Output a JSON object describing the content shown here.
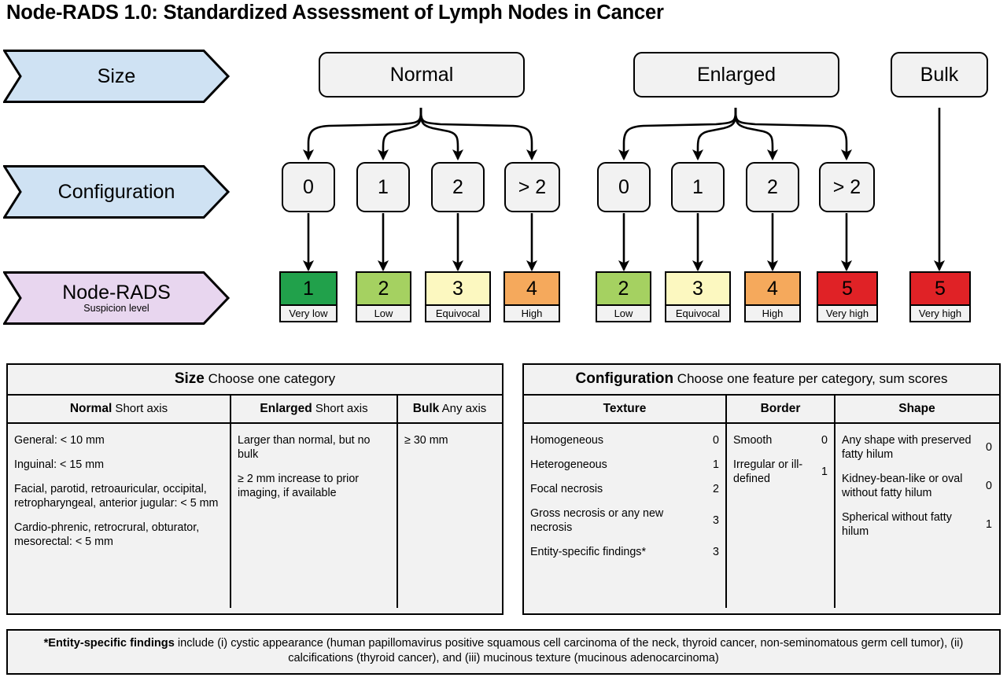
{
  "title": "Node-RADS 1.0: Standardized Assessment of Lymph Nodes in Cancer",
  "flow": {
    "row_labels": [
      {
        "label": "Size",
        "sub": "",
        "color": "#cfe2f3"
      },
      {
        "label": "Configuration",
        "sub": "",
        "color": "#cfe2f3"
      },
      {
        "label": "Node-RADS",
        "sub": "Suspicion level",
        "color": "#e8d6ef"
      }
    ],
    "size_boxes": [
      {
        "label": "Normal"
      },
      {
        "label": "Enlarged"
      },
      {
        "label": "Bulk"
      }
    ],
    "config_boxes_normal": [
      "0",
      "1",
      "2",
      "> 2"
    ],
    "config_boxes_enlarged": [
      "0",
      "1",
      "2",
      "> 2"
    ],
    "scores_normal": [
      {
        "score": "1",
        "label": "Very low",
        "color": "#21a14b"
      },
      {
        "score": "2",
        "label": "Low",
        "color": "#a5d161"
      },
      {
        "score": "3",
        "label": "Equivocal",
        "color": "#fcf8c0"
      },
      {
        "score": "4",
        "label": "High",
        "color": "#f5a95c"
      }
    ],
    "scores_enlarged": [
      {
        "score": "2",
        "label": "Low",
        "color": "#a5d161"
      },
      {
        "score": "3",
        "label": "Equivocal",
        "color": "#fcf8c0"
      },
      {
        "score": "4",
        "label": "High",
        "color": "#f5a95c"
      },
      {
        "score": "5",
        "label": "Very high",
        "color": "#e02226"
      }
    ],
    "scores_bulk": [
      {
        "score": "5",
        "label": "Very high",
        "color": "#e02226"
      }
    ]
  },
  "size_table": {
    "title_bold": "Size",
    "title_rest": " Choose one category",
    "headers": [
      {
        "bold": "Normal",
        "rest": " Short axis"
      },
      {
        "bold": "Enlarged",
        "rest": " Short axis"
      },
      {
        "bold": "Bulk",
        "rest": " Any axis"
      }
    ],
    "normal_items": [
      "General: < 10 mm",
      "Inguinal: < 15 mm",
      "Facial, parotid, retroauricular, occipital, retropharyngeal, anterior jugular: < 5 mm",
      "Cardio-phrenic, retrocrural, obturator, mesorectal: < 5 mm"
    ],
    "enlarged_items": [
      "Larger than normal, but no bulk",
      "≥ 2 mm increase to prior imaging, if available"
    ],
    "bulk_items": [
      "≥ 30 mm"
    ]
  },
  "config_table": {
    "title_bold": "Configuration",
    "title_rest": " Choose one feature per category, sum scores",
    "headers": [
      "Texture",
      "Border",
      "Shape"
    ],
    "texture": [
      {
        "label": "Homogeneous",
        "score": "0"
      },
      {
        "label": "Heterogeneous",
        "score": "1"
      },
      {
        "label": "Focal necrosis",
        "score": "2"
      },
      {
        "label": "Gross necrosis or any new necrosis",
        "score": "3"
      },
      {
        "label": "Entity-specific findings*",
        "score": "3"
      }
    ],
    "border": [
      {
        "label": "Smooth",
        "score": "0"
      },
      {
        "label": "Irregular or ill-defined",
        "score": "1"
      }
    ],
    "shape": [
      {
        "label": "Any shape with preserved fatty hilum",
        "score": "0"
      },
      {
        "label": "Kidney-bean-like or oval without fatty hilum",
        "score": "0"
      },
      {
        "label": "Spherical without fatty hilum",
        "score": "1"
      }
    ]
  },
  "footnote": {
    "bold": "*Entity-specific findings",
    "rest": " include (i) cystic appearance (human papillomavirus positive squamous cell carcinoma of the neck, thyroid cancer, non-seminomatous germ cell tumor), (ii) calcifications (thyroid cancer), and (iii) mucinous texture (mucinous adenocarcinoma)"
  }
}
